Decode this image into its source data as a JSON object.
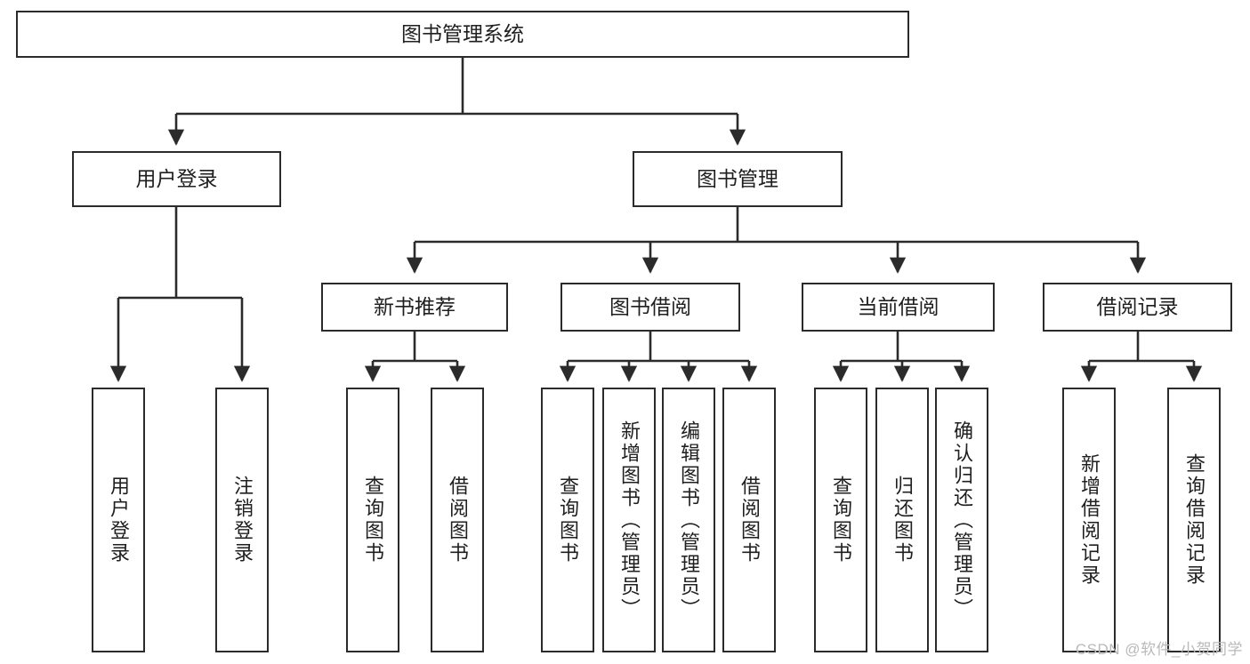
{
  "diagram": {
    "type": "tree-hierarchy-diagram",
    "title": "图书管理系统",
    "watermark": "CSDN @软件_小贺同学",
    "colors": {
      "box_border": "#2b2b2b",
      "box_fill": "#ffffff",
      "connector": "#2b2b2b",
      "text": "#1f1f1f",
      "watermark": "#b9b9b9"
    },
    "root": {
      "label": "图书管理系统"
    },
    "level2": [
      {
        "label": "用户登录"
      },
      {
        "label": "图书管理"
      }
    ],
    "level3": [
      {
        "label": "新书推荐"
      },
      {
        "label": "图书借阅"
      },
      {
        "label": "当前借阅"
      },
      {
        "label": "借阅记录"
      }
    ],
    "leaves": {
      "user_login": [
        {
          "label": "用户登录"
        },
        {
          "label": "注销登录"
        }
      ],
      "new_book_recommend": [
        {
          "label": "查询图书"
        },
        {
          "label": "借阅图书"
        }
      ],
      "book_borrow": [
        {
          "label": "查询图书"
        },
        {
          "label": "新增图书（管理员）"
        },
        {
          "label": "编辑图书（管理员）"
        },
        {
          "label": "借阅图书"
        }
      ],
      "current_borrow": [
        {
          "label": "查询图书"
        },
        {
          "label": "归还图书"
        },
        {
          "label": "确认归还（管理员）"
        }
      ],
      "borrow_records": [
        {
          "label": "新增借阅记录"
        },
        {
          "label": "查询借阅记录"
        }
      ]
    }
  }
}
